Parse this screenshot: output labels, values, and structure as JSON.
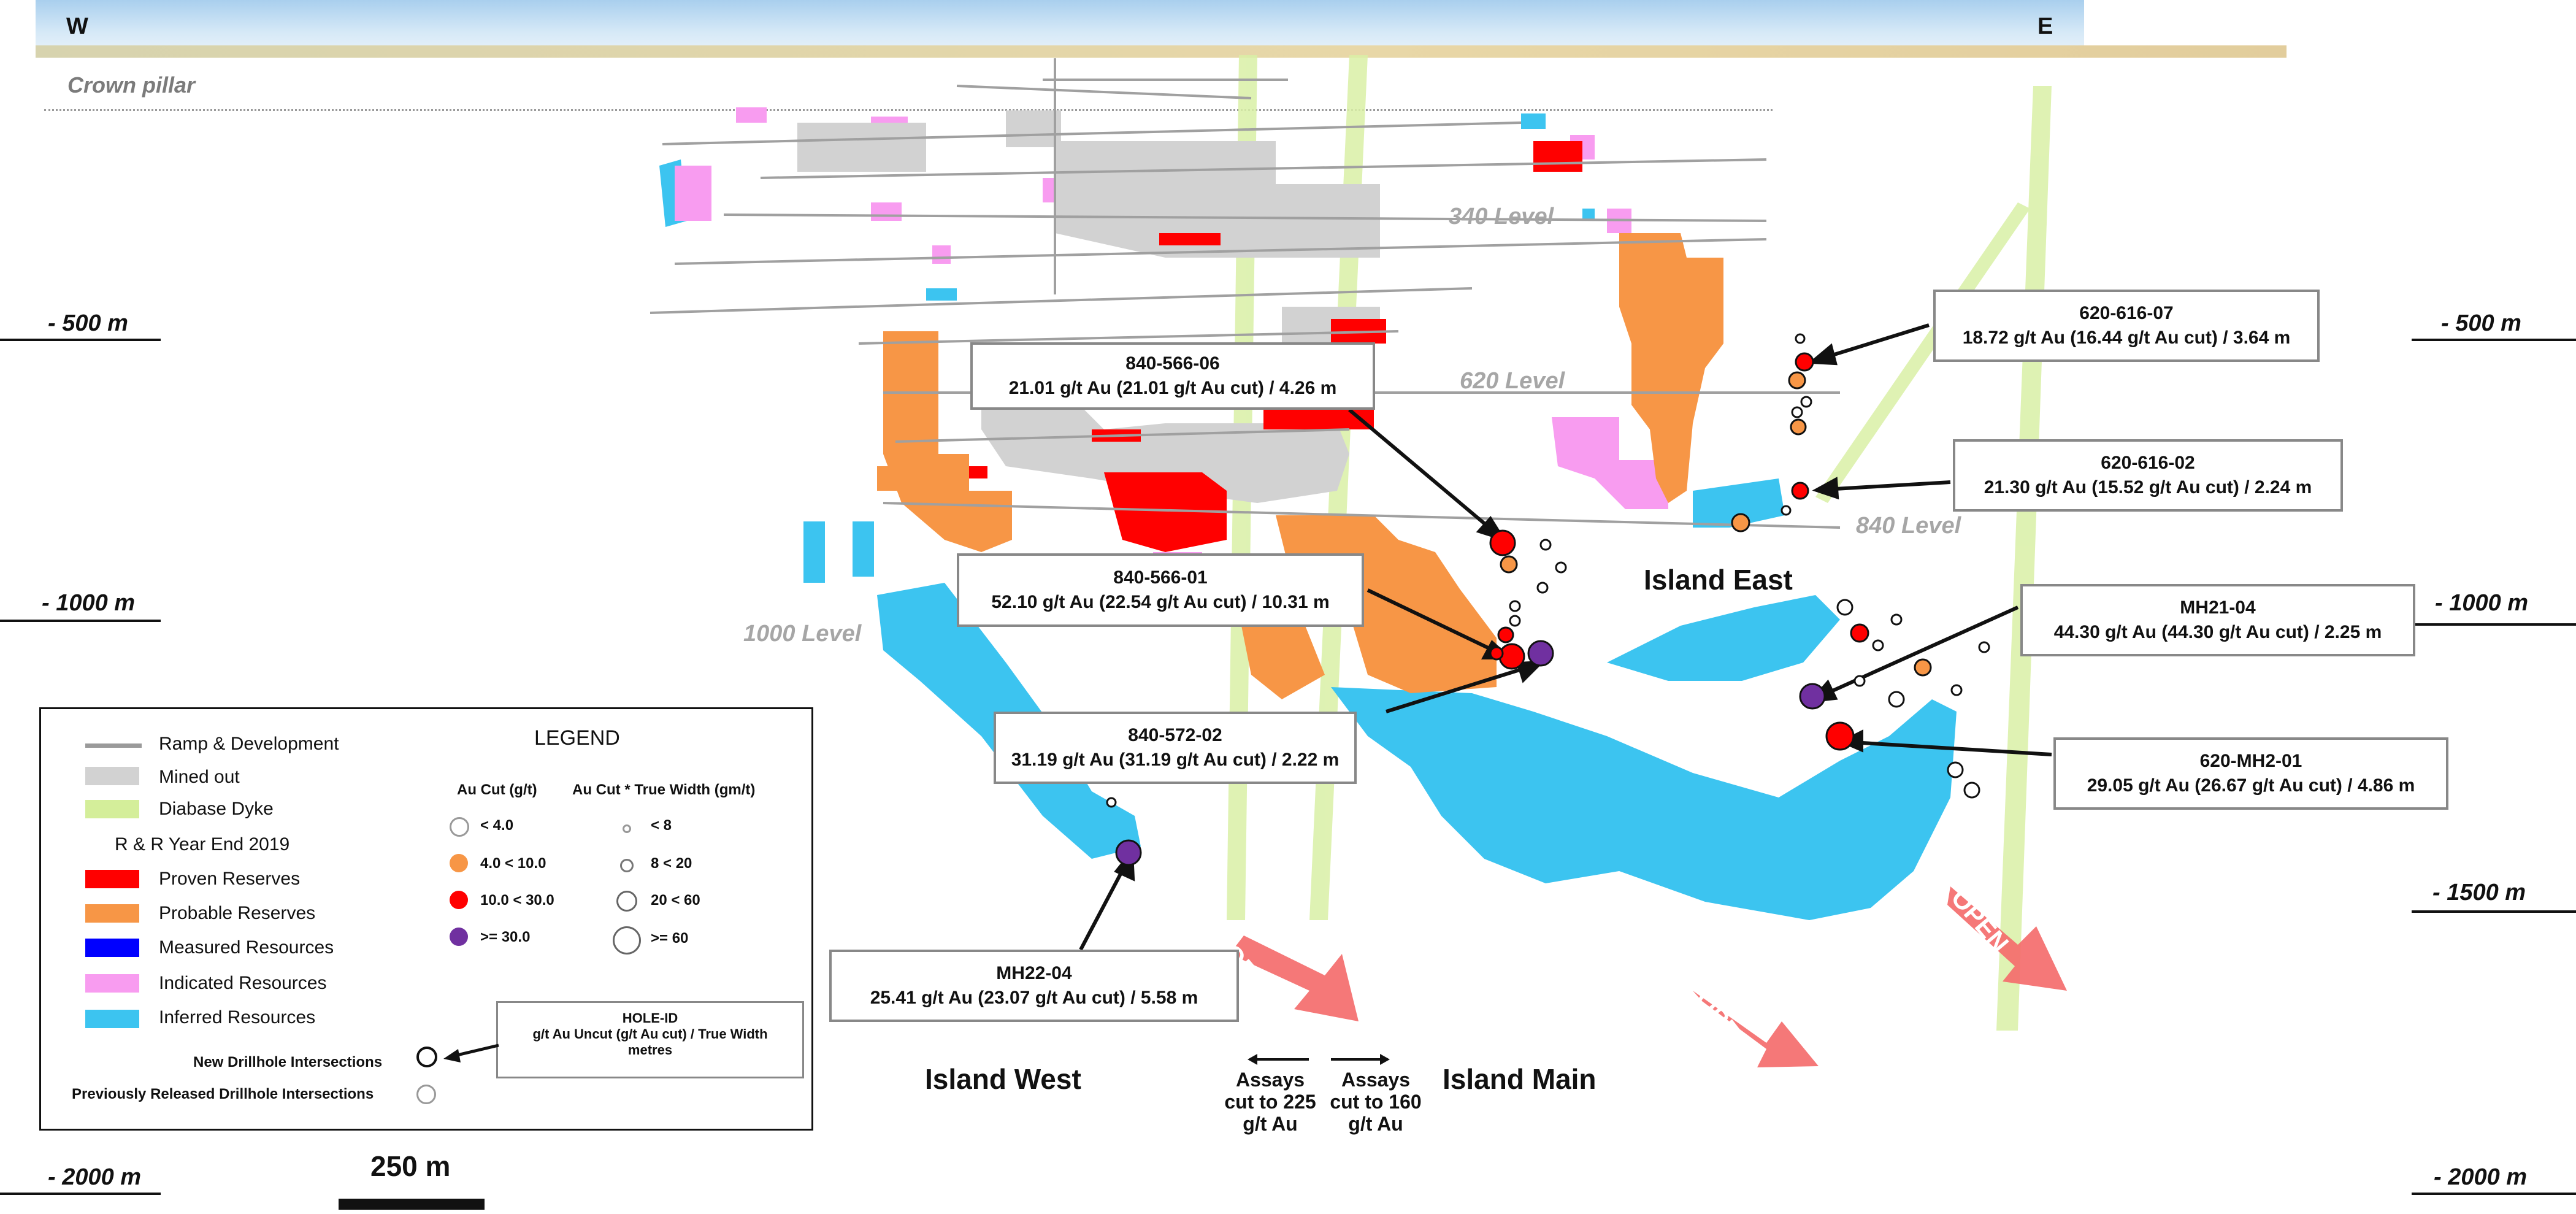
{
  "orientation": {
    "west": "W",
    "east": "E"
  },
  "crown_pillar": "Crown pillar",
  "levels": [
    "340 Level",
    "620 Level",
    "840 Level",
    "1000 Level"
  ],
  "depths": [
    "- 500 m",
    "- 1000 m",
    "- 1500 m",
    "- 2000 m"
  ],
  "zones": {
    "west": "Island West",
    "main": "Island Main",
    "east": "Island East"
  },
  "assays": {
    "left": "Assays cut to 225 g/t Au",
    "right": "Assays cut to 160 g/t Au"
  },
  "open_label": "OPEN",
  "scale_bar": "250 m",
  "callouts": [
    {
      "id": "840-566-06",
      "value": "21.01 g/t Au (21.01 g/t Au cut) / 4.26 m"
    },
    {
      "id": "840-566-01",
      "value": "52.10 g/t Au (22.54 g/t Au cut) / 10.31 m"
    },
    {
      "id": "840-572-02",
      "value": "31.19 g/t Au (31.19 g/t Au cut) / 2.22 m"
    },
    {
      "id": "MH22-04",
      "value": "25.41 g/t Au (23.07 g/t Au cut) / 5.58 m"
    },
    {
      "id": "620-616-07",
      "value": "18.72 g/t Au (16.44 g/t Au cut) / 3.64 m"
    },
    {
      "id": "620-616-02",
      "value": "21.30 g/t Au (15.52 g/t Au cut) / 2.24 m"
    },
    {
      "id": "MH21-04",
      "value": "44.30 g/t Au (44.30 g/t Au cut) / 2.25 m"
    },
    {
      "id": "620-MH2-01",
      "value": "29.05 g/t Au (26.67 g/t Au cut) / 4.86 m"
    }
  ],
  "legend": {
    "title": "LEGEND",
    "items": [
      {
        "label": "Ramp & Development",
        "color": "#9a9a9a"
      },
      {
        "label": "Mined out",
        "color": "#d2d2d2"
      },
      {
        "label": "Diabase Dyke",
        "color": "#d4ee9a"
      },
      {
        "label": "Proven Reserves",
        "color": "#ff0000"
      },
      {
        "label": "Probable Reserves",
        "color": "#f79646"
      },
      {
        "label": "Measured Resources",
        "color": "#0000ff"
      },
      {
        "label": "Indicated Resources",
        "color": "#f89cf0"
      },
      {
        "label": "Inferred Resources",
        "color": "#3cc4f0"
      }
    ],
    "rr_heading": "R & R Year End 2019",
    "au_cut_heading": "Au Cut (g/t)",
    "width_heading": "Au Cut * True Width (gm/t)",
    "au_cut_classes": [
      {
        "label": "< 4.0",
        "color": "#ffffff"
      },
      {
        "label": "4.0 < 10.0",
        "color": "#f79646"
      },
      {
        "label": "10.0 < 30.0",
        "color": "#ff0000"
      },
      {
        "label": ">= 30.0",
        "color": "#7030a0"
      }
    ],
    "width_classes": [
      "< 8",
      "8 < 20",
      "20 < 60",
      ">= 60"
    ],
    "hole_box": {
      "title": "HOLE-ID",
      "line1": "g/t Au Uncut (g/t Au cut) / True Width",
      "line2": "metres"
    },
    "new_intersections": "New Drillhole Intersections",
    "previous_intersections": "Previously Released Drillhole Intersections"
  }
}
